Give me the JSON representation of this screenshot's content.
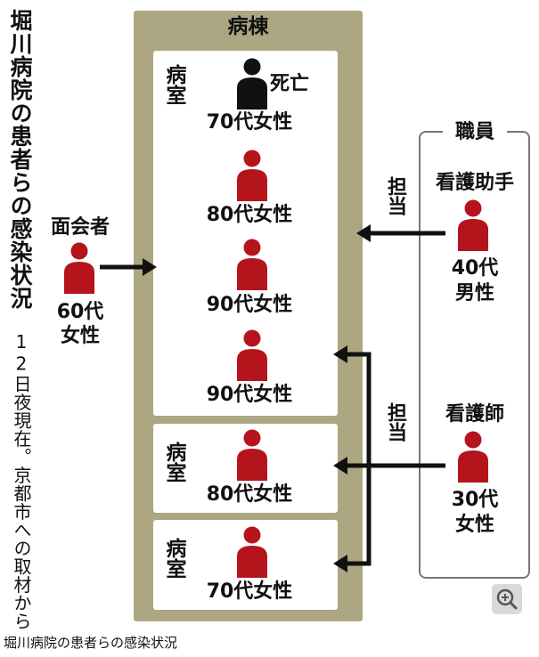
{
  "title": "堀川病院の患者らの感染状況",
  "subtitle": "12日夜現在。京都市への取材から",
  "ward_label": "病棟",
  "room_label": "病室",
  "deceased_label": "死亡",
  "visitor": {
    "role": "面会者",
    "desc_line1": "60代",
    "desc_line2": "女性"
  },
  "rooms": [
    {
      "patients": [
        {
          "desc": "70代女性",
          "deceased": true
        },
        {
          "desc": "80代女性",
          "deceased": false
        },
        {
          "desc": "90代女性",
          "deceased": false
        },
        {
          "desc": "90代女性",
          "deceased": false
        }
      ]
    },
    {
      "patients": [
        {
          "desc": "80代女性",
          "deceased": false
        }
      ]
    },
    {
      "patients": [
        {
          "desc": "70代女性",
          "deceased": false
        }
      ]
    }
  ],
  "staff": {
    "title": "職員",
    "members": [
      {
        "role": "看護助手",
        "desc_line1": "40代",
        "desc_line2": "男性"
      },
      {
        "role": "看護師",
        "desc_line1": "30代",
        "desc_line2": "女性"
      }
    ]
  },
  "responsibility_label": "担当",
  "caption": "堀川病院の患者らの感染状況",
  "colors": {
    "infected": "#b5141c",
    "deceased": "#111111",
    "ward": "#aca682",
    "arrow": "#111111"
  },
  "icons": {
    "person": "person-icon",
    "zoom": "zoom-in-icon"
  }
}
